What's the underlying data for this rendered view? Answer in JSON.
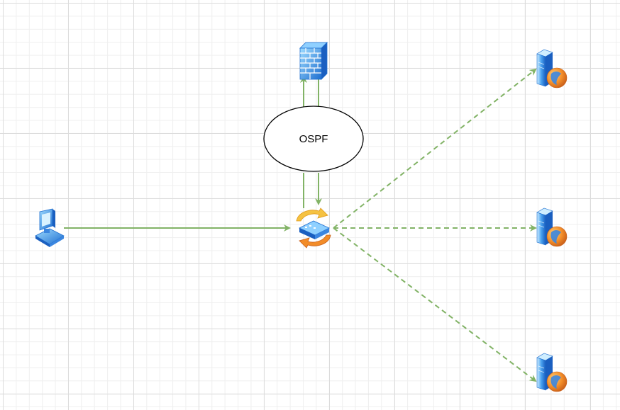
{
  "diagram": {
    "ospf_label": "OSPF"
  },
  "colors": {
    "connector": "#82b366",
    "icon_blue": "#2a7dd9",
    "icon_light": "#8fd0ff",
    "swap_orange": "#f5a623",
    "globe_orange": "#f28c28"
  },
  "nodes": [
    {
      "id": "workstation",
      "icon": "workstation-icon"
    },
    {
      "id": "firewall",
      "icon": "firewall-icon"
    },
    {
      "id": "router",
      "icon": "router-icon"
    },
    {
      "id": "web-server-top",
      "icon": "web-server-icon"
    },
    {
      "id": "web-server-middle",
      "icon": "web-server-icon"
    },
    {
      "id": "web-server-bottom",
      "icon": "web-server-icon"
    }
  ]
}
